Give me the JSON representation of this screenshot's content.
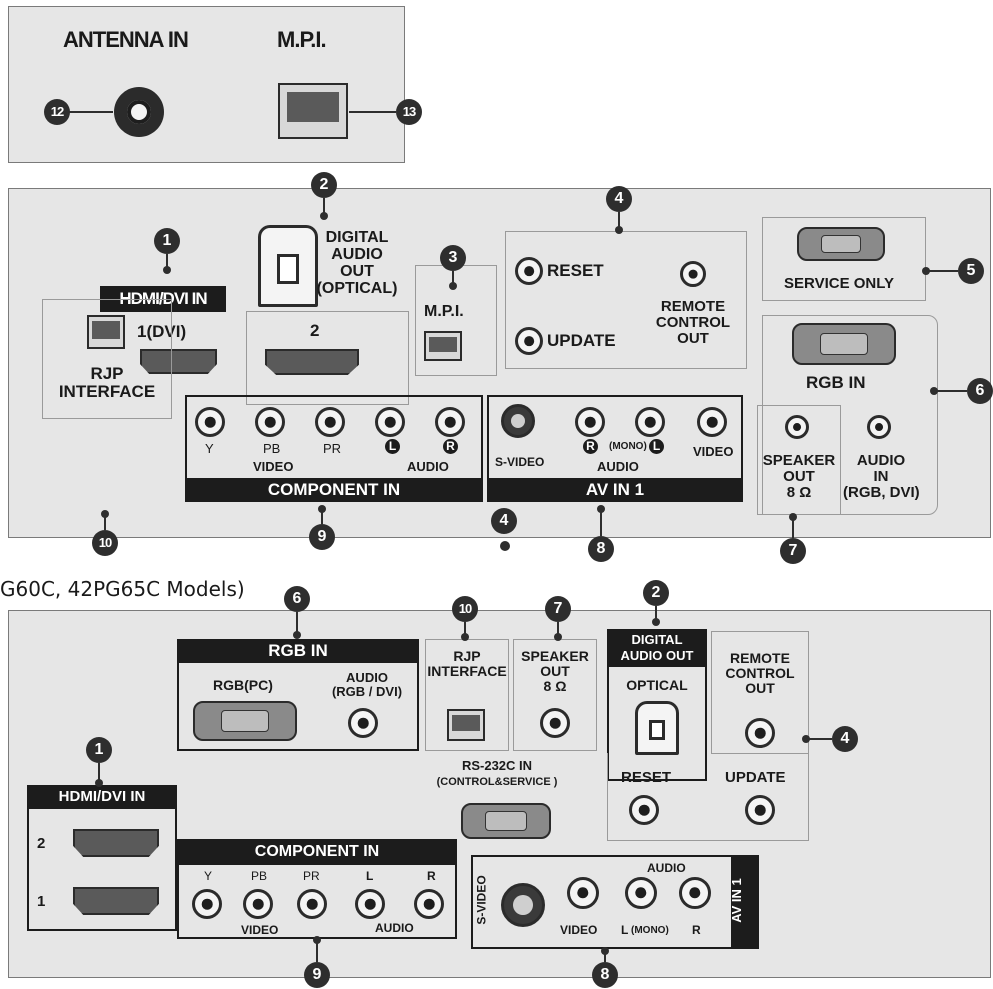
{
  "caption": "G60C, 42PG65C Models)",
  "top_panel": {
    "antenna_label": "ANTENNA IN",
    "mpi_label": "M.P.I.",
    "num_12": "12",
    "num_13": "13"
  },
  "middle_panel": {
    "hdmi_title": "HDMI/DVI IN",
    "hdmi_1": "1(DVI)",
    "hdmi_2": "2",
    "digital_audio_1": "DIGITAL",
    "digital_audio_2": "AUDIO",
    "digital_audio_3": "OUT",
    "digital_audio_4": "(OPTICAL)",
    "mpi_label": "M.P.I.",
    "reset": "RESET",
    "update": "UPDATE",
    "remote_1": "REMOTE",
    "remote_2": "CONTROL",
    "remote_3": "OUT",
    "service_only": "SERVICE ONLY",
    "rgb_in": "RGB IN",
    "rjp_1": "RJP",
    "rjp_2": "INTERFACE",
    "comp_y": "Y",
    "comp_pb": "PB",
    "comp_pr": "PR",
    "comp_video": "VIDEO",
    "comp_audio": "AUDIO",
    "comp_l": "L",
    "comp_r": "R",
    "component_in": "COMPONENT IN",
    "svideo": "S-VIDEO",
    "av_r": "R",
    "av_mono": "(MONO)",
    "av_l": "L",
    "av_audio": "AUDIO",
    "av_video": "VIDEO",
    "av_in_1": "AV IN 1",
    "speaker_1": "SPEAKER",
    "speaker_2": "OUT",
    "speaker_3": "8 Ω",
    "audio_rgb_1": "AUDIO",
    "audio_rgb_2": "IN",
    "audio_rgb_3": "(RGB, DVI)",
    "nums": [
      "1",
      "2",
      "3",
      "4",
      "5",
      "6",
      "7",
      "8",
      "9",
      "10",
      "4"
    ]
  },
  "bottom_panel": {
    "rgb_in": "RGB IN",
    "rgb_pc": "RGB(PC)",
    "audio_1": "AUDIO",
    "audio_2": "(RGB / DVI)",
    "rjp_1": "RJP",
    "rjp_2": "INTERFACE",
    "speaker_1": "SPEAKER",
    "speaker_2": "OUT",
    "speaker_3": "8 Ω",
    "digital_1": "DIGITAL",
    "digital_2": "AUDIO OUT",
    "optical": "OPTICAL",
    "remote_1": "REMOTE",
    "remote_2": "CONTROL",
    "remote_3": "OUT",
    "reset": "RESET",
    "update": "UPDATE",
    "hdmi_title": "HDMI/DVI IN",
    "hdmi_2": "2",
    "hdmi_1": "1",
    "rs232_1": "RS-232C IN",
    "rs232_2": "(CONTROL&SERVICE )",
    "component_in": "COMPONENT IN",
    "comp_y": "Y",
    "comp_pb": "PB",
    "comp_pr": "PR",
    "comp_l": "L",
    "comp_r": "R",
    "comp_video": "VIDEO",
    "comp_audio": "AUDIO",
    "av_audio": "AUDIO",
    "svideo": "S-VIDEO",
    "av_video": "VIDEO",
    "av_l": "L",
    "av_mono": "(MONO)",
    "av_r": "R",
    "av_in_1": "AV IN 1",
    "nums": [
      "6",
      "10",
      "7",
      "2",
      "4",
      "1",
      "9",
      "8"
    ]
  }
}
